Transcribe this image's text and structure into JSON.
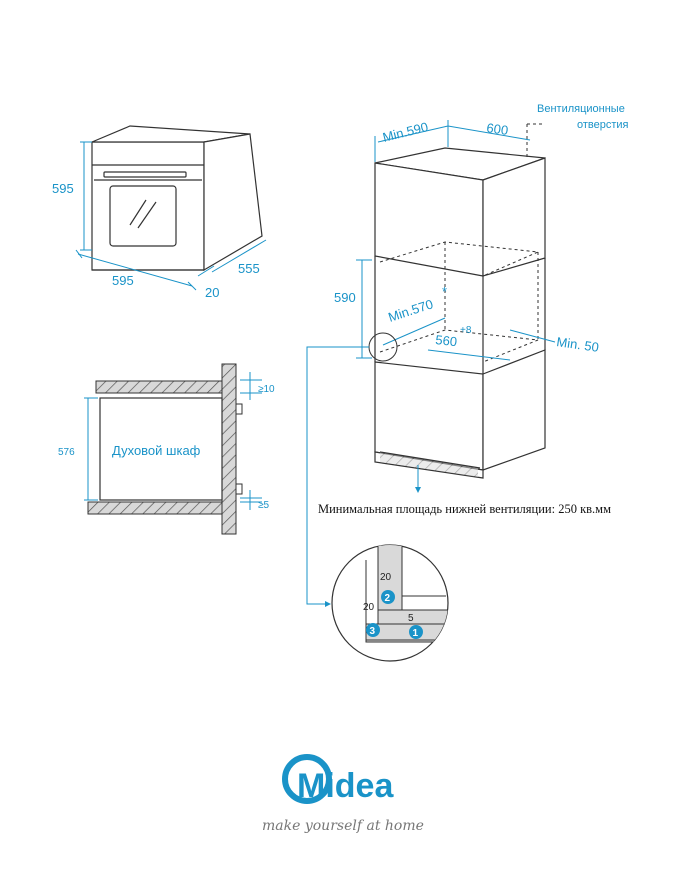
{
  "oven_front": {
    "height": "595",
    "width": "595",
    "depth": "555",
    "door": "20"
  },
  "side_section": {
    "height": "576",
    "label": "Духовой шкаф",
    "top_gap": "≥10",
    "bottom_gap": "≥5"
  },
  "cabinet": {
    "min_width": "Min.590",
    "depth": "600",
    "vent_label_line1": "Вентиляционные",
    "vent_label_line2": "отверстия",
    "niche_height": "590",
    "niche_min": "Min.570",
    "niche_min_mark": "*",
    "niche_depth": "560",
    "niche_depth_tol": "+8",
    "rear_min": "Min. 50"
  },
  "ventilation_note": "Минимальная площадь нижней вентиляции: 250 кв.мм",
  "detail": {
    "dim_vertical": "20",
    "dim_side": "20",
    "dim_bottom": "5",
    "marker_1": "1",
    "marker_2": "2",
    "marker_3": "3"
  },
  "brand": {
    "name": "Midea",
    "tagline": "make yourself at home",
    "color": "#1a93c8"
  },
  "colors": {
    "dimension": "#1a93c8",
    "line": "#333333"
  }
}
